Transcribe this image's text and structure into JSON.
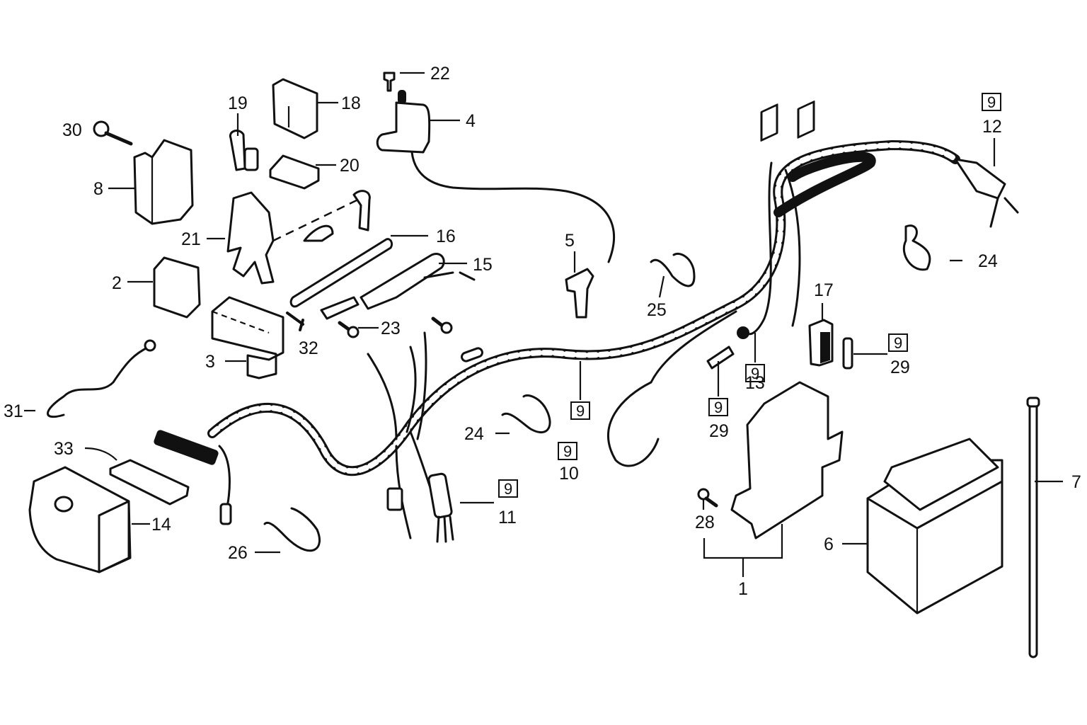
{
  "diagram": {
    "type": "exploded parts diagram",
    "subject": "electrical components / wire harness",
    "callouts": [
      {
        "id": "c1",
        "text": "1",
        "ref": null,
        "part": "regulator/rectifier bracket assembly"
      },
      {
        "id": "c2",
        "text": "2",
        "ref": null,
        "part": "relay"
      },
      {
        "id": "c3",
        "text": "3",
        "ref": null,
        "part": "relay cover"
      },
      {
        "id": "c4",
        "text": "4",
        "ref": null,
        "part": "ignition coil"
      },
      {
        "id": "c5",
        "text": "5",
        "ref": null,
        "part": "spark plug cap"
      },
      {
        "id": "c6",
        "text": "6",
        "ref": null,
        "part": "battery"
      },
      {
        "id": "c7",
        "text": "7",
        "ref": null,
        "part": "breather tube"
      },
      {
        "id": "c8",
        "text": "8",
        "ref": null,
        "part": "flasher relay"
      },
      {
        "id": "c9",
        "text": "9",
        "ref": null,
        "part": "wire harness"
      },
      {
        "id": "c10",
        "text": "10",
        "ref": "9",
        "part": "harness sub-wire"
      },
      {
        "id": "c11",
        "text": "11",
        "ref": "9",
        "part": "connector sub-harness"
      },
      {
        "id": "c12",
        "text": "12",
        "ref": "9",
        "part": "condenser / fuse holder"
      },
      {
        "id": "c13",
        "text": "13",
        "ref": "9",
        "part": "terminal"
      },
      {
        "id": "c14",
        "text": "14",
        "ref": null,
        "part": "CDI unit / cover"
      },
      {
        "id": "c15",
        "text": "15",
        "ref": null,
        "part": "fuse holder"
      },
      {
        "id": "c16",
        "text": "16",
        "ref": null,
        "part": "tube"
      },
      {
        "id": "c17",
        "text": "17",
        "ref": null,
        "part": "fuse"
      },
      {
        "id": "c18",
        "text": "18",
        "ref": null,
        "part": "control unit"
      },
      {
        "id": "c19",
        "text": "19",
        "ref": null,
        "part": "clip"
      },
      {
        "id": "c20",
        "text": "20",
        "ref": null,
        "part": "rubber pad"
      },
      {
        "id": "c21",
        "text": "21",
        "ref": null,
        "part": "stay / bracket"
      },
      {
        "id": "c22",
        "text": "22",
        "ref": null,
        "part": "screw"
      },
      {
        "id": "c23",
        "text": "23",
        "ref": null,
        "part": "bolt"
      },
      {
        "id": "c24a",
        "text": "24",
        "ref": null,
        "part": "band clamp (right)"
      },
      {
        "id": "c24b",
        "text": "24",
        "ref": null,
        "part": "band clamp (center)"
      },
      {
        "id": "c25",
        "text": "25",
        "ref": null,
        "part": "band clamp"
      },
      {
        "id": "c26",
        "text": "26",
        "ref": null,
        "part": "band clamp"
      },
      {
        "id": "c28",
        "text": "28",
        "ref": null,
        "part": "bolt"
      },
      {
        "id": "c29a",
        "text": "29",
        "ref": "9",
        "part": "fuse (inline)"
      },
      {
        "id": "c29b",
        "text": "29",
        "ref": "9",
        "part": "fuse (spare)"
      },
      {
        "id": "c30",
        "text": "30",
        "ref": null,
        "part": "bolt"
      },
      {
        "id": "c31",
        "text": "31",
        "ref": null,
        "part": "ground wire"
      },
      {
        "id": "c32",
        "text": "32",
        "ref": null,
        "part": "screw"
      },
      {
        "id": "c33",
        "text": "33",
        "ref": null,
        "part": "rubber plate"
      }
    ]
  }
}
